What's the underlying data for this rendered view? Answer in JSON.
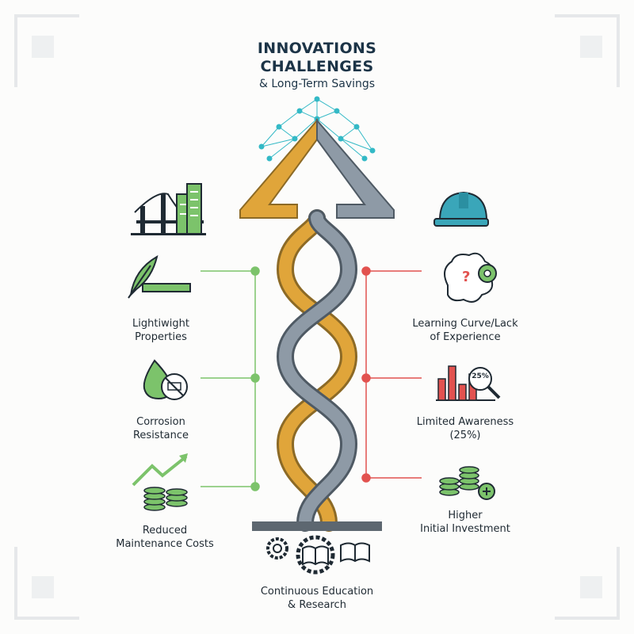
{
  "title": {
    "line1": "INNOVATIONS",
    "line2": "CHALLENGES",
    "subtitle": "& Long-Term Savings"
  },
  "benefits": [
    {
      "line1": "Lightiwight",
      "line2": "Properties",
      "icon": "feather-icon"
    },
    {
      "line1": "Corrosion",
      "line2": "Resistance",
      "icon": "water-drop-no-rust-icon"
    },
    {
      "line1": "Reduced",
      "line2": "Maintenance Costs",
      "icon": "rising-coins-icon"
    }
  ],
  "challenges": [
    {
      "line1": "Learning Curve/Lack",
      "line2": "of Experience",
      "icon": "brain-question-icon"
    },
    {
      "line1": "Limited Awareness",
      "line2": "(25%)",
      "icon": "bar-chart-magnifier-icon",
      "badge": "25%"
    },
    {
      "line1": "Higher",
      "line2": "Initial Investment",
      "icon": "coins-plus-icon"
    }
  ],
  "foundation": {
    "line1": "Continuous Education",
    "line2": "& Research",
    "icon": "gears-books-icon"
  },
  "top_icons": {
    "left": "bridge-buildings-icon",
    "right": "hard-hat-icon"
  },
  "colors": {
    "gold": "#e0a53a",
    "steel": "#7f8c99",
    "benefit": "#7cc36b",
    "challenge": "#e2524f",
    "network": "#33b9c6",
    "navy": "#1c3447",
    "helmet": "#3aa6b9"
  }
}
